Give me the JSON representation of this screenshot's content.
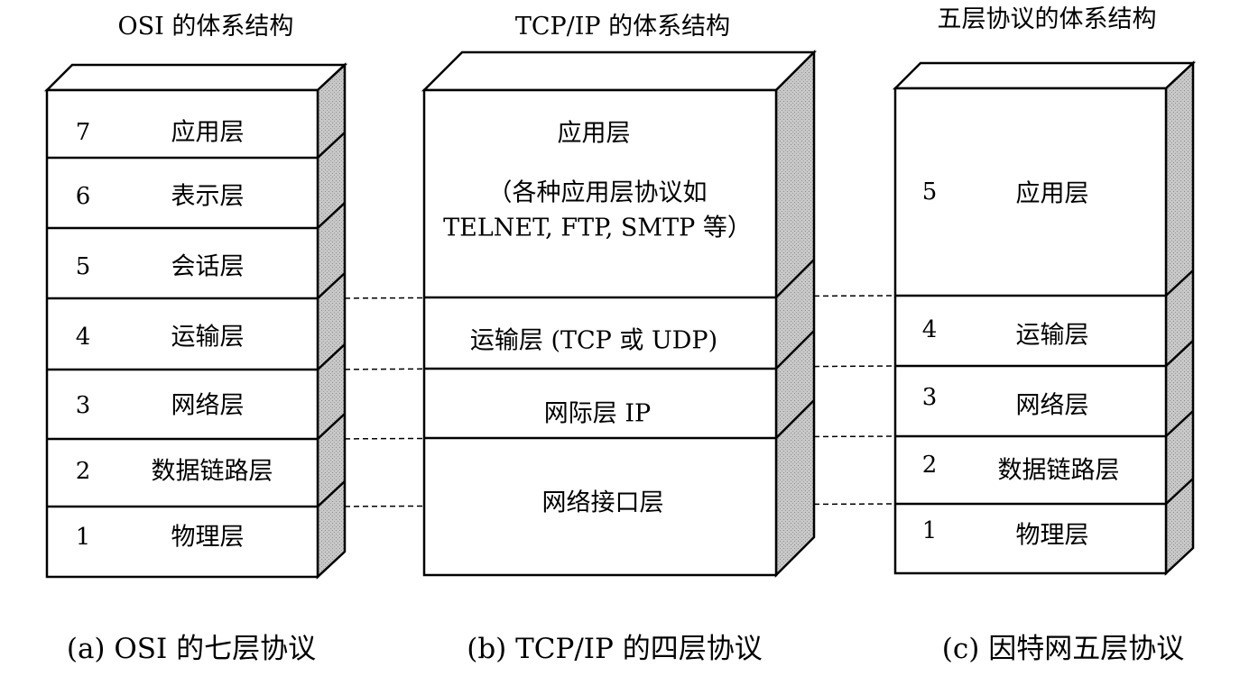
{
  "colors": {
    "line": "#000000",
    "side_fill": "#c8c8c8",
    "background": "#ffffff"
  },
  "columns": [
    {
      "title": "OSI 的体系结构",
      "caption": "(a) OSI 的七层协议",
      "layers": [
        {
          "number": "7",
          "label": "应用层"
        },
        {
          "number": "6",
          "label": "表示层"
        },
        {
          "number": "5",
          "label": "会话层"
        },
        {
          "number": "4",
          "label": "运输层"
        },
        {
          "number": "3",
          "label": "网络层"
        },
        {
          "number": "2",
          "label": "数据链路层"
        },
        {
          "number": "1",
          "label": "物理层"
        }
      ]
    },
    {
      "title": "TCP/IP 的体系结构",
      "caption": "(b) TCP/IP 的四层协议",
      "layers": [
        {
          "label": "应用层",
          "sublabels": [
            "（各种应用层协议如",
            "TELNET, FTP, SMTP 等）"
          ]
        },
        {
          "label": "运输层 (TCP 或 UDP)"
        },
        {
          "label": "网际层 IP"
        },
        {
          "label": "网络接口层"
        }
      ]
    },
    {
      "title": "五层协议的体系结构",
      "caption": "(c) 因特网五层协议",
      "layers": [
        {
          "number": "5",
          "label": "应用层"
        },
        {
          "number": "4",
          "label": "运输层"
        },
        {
          "number": "3",
          "label": "网络层"
        },
        {
          "number": "2",
          "label": "数据链路层"
        },
        {
          "number": "1",
          "label": "物理层"
        }
      ]
    }
  ]
}
